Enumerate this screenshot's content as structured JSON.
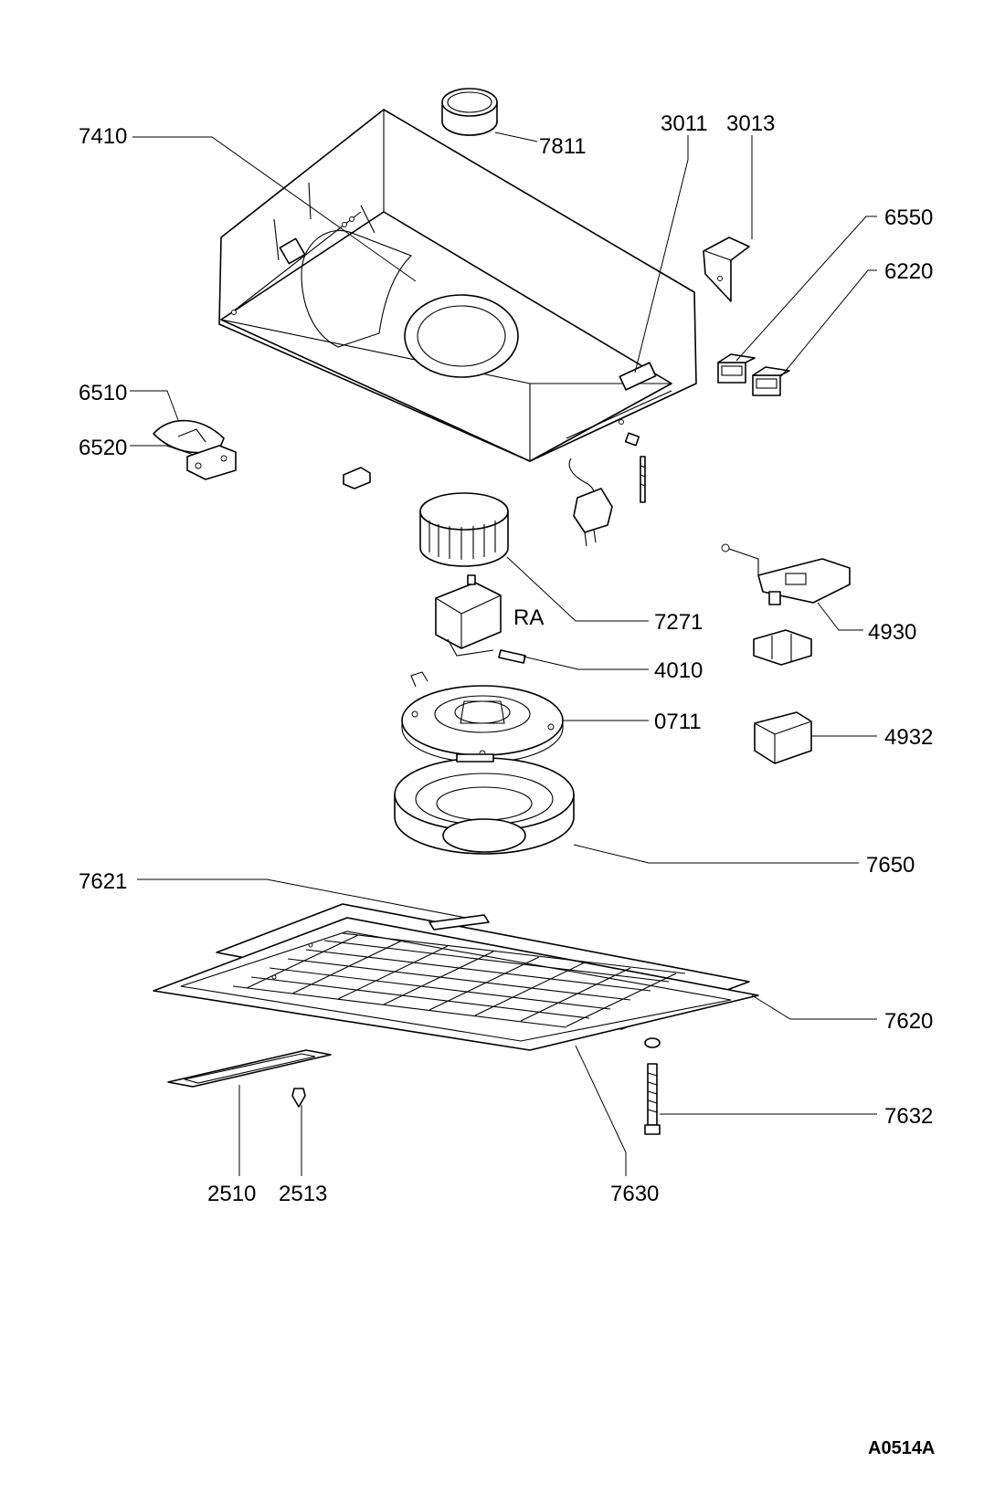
{
  "diagram": {
    "drawing_code": "A0514A",
    "labels": {
      "p7410": "7410",
      "p7811": "7811",
      "p3011": "3011",
      "p3013": "3013",
      "p6550": "6550",
      "p6220": "6220",
      "p6510": "6510",
      "p6520": "6520",
      "p7271": "7271",
      "pRA": "RA",
      "p4930": "4930",
      "p4010": "4010",
      "p0711": "0711",
      "p4932": "4932",
      "p7650": "7650",
      "p7621": "7621",
      "p7620": "7620",
      "p7632": "7632",
      "p2510": "2510",
      "p2513": "2513",
      "p7630": "7630"
    }
  }
}
